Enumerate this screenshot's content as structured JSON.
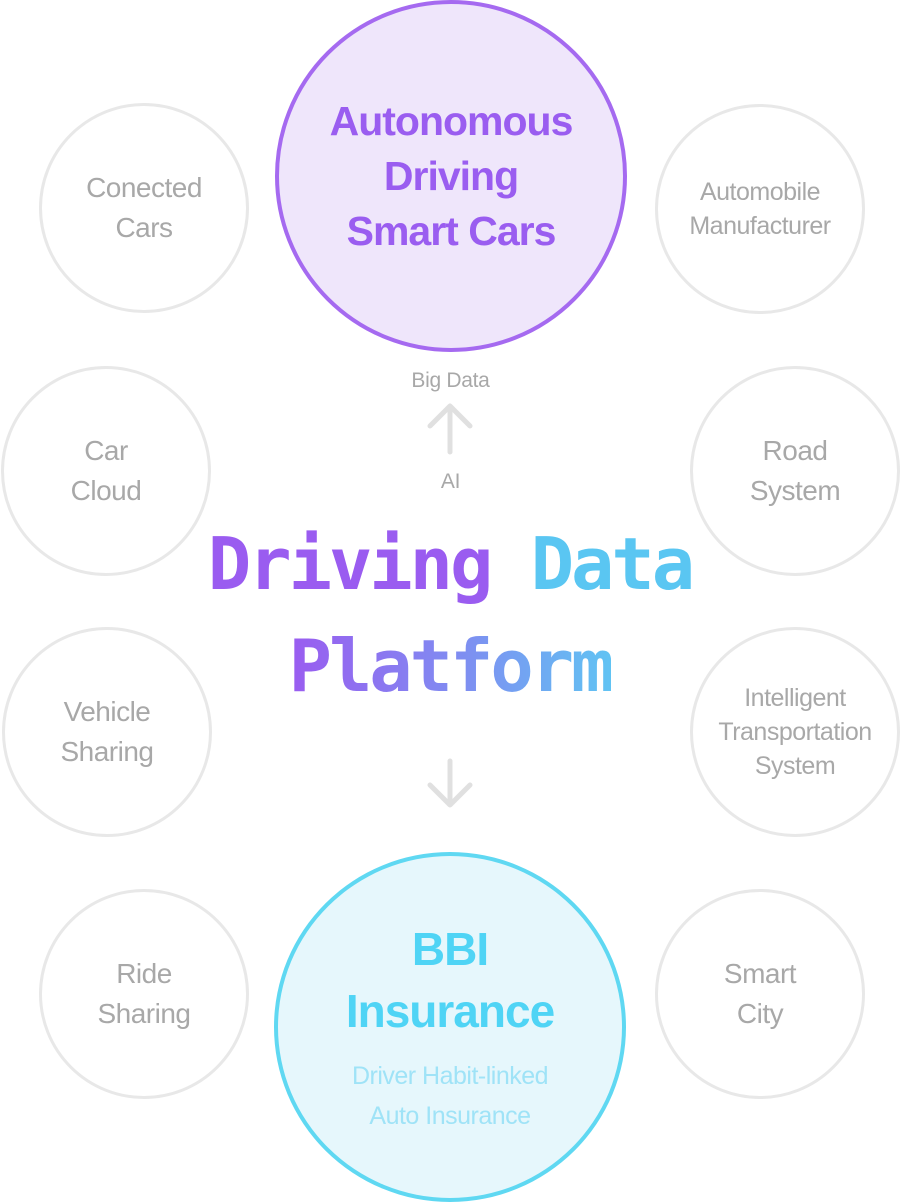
{
  "center": {
    "title_line1_part1": "Driving",
    "title_line1_part2": "Data",
    "title_line2": "Platform"
  },
  "top_node": {
    "lines": [
      "Autonomous",
      "Driving",
      "Smart Cars"
    ]
  },
  "bottom_node": {
    "title_lines": [
      "BBI",
      "Insurance"
    ],
    "subtitle_lines": [
      "Driver Habit-linked",
      "Auto Insurance"
    ]
  },
  "arrow_labels": {
    "top": "Big Data",
    "bottom": "AI"
  },
  "satellites": {
    "connected_cars": [
      "Conected",
      "Cars"
    ],
    "automobile_manufacturer": [
      "Automobile",
      "Manufacturer"
    ],
    "car_cloud": [
      "Car",
      "Cloud"
    ],
    "road_system": [
      "Road",
      "System"
    ],
    "vehicle_sharing": [
      "Vehicle",
      "Sharing"
    ],
    "intelligent_transportation": [
      "Intelligent",
      "Transportation",
      "System"
    ],
    "ride_sharing": [
      "Ride",
      "Sharing"
    ],
    "smart_city": [
      "Smart",
      "City"
    ]
  },
  "colors": {
    "purple": "#9a5df0",
    "purple_border": "#a56af0",
    "purple_fill": "#efe6fb",
    "cyan": "#4fd4f5",
    "cyan_border": "#5fd8f2",
    "cyan_fill": "#e6f7fc",
    "gray_text": "#a8a8a8",
    "gray_border": "#e8e8e8"
  }
}
